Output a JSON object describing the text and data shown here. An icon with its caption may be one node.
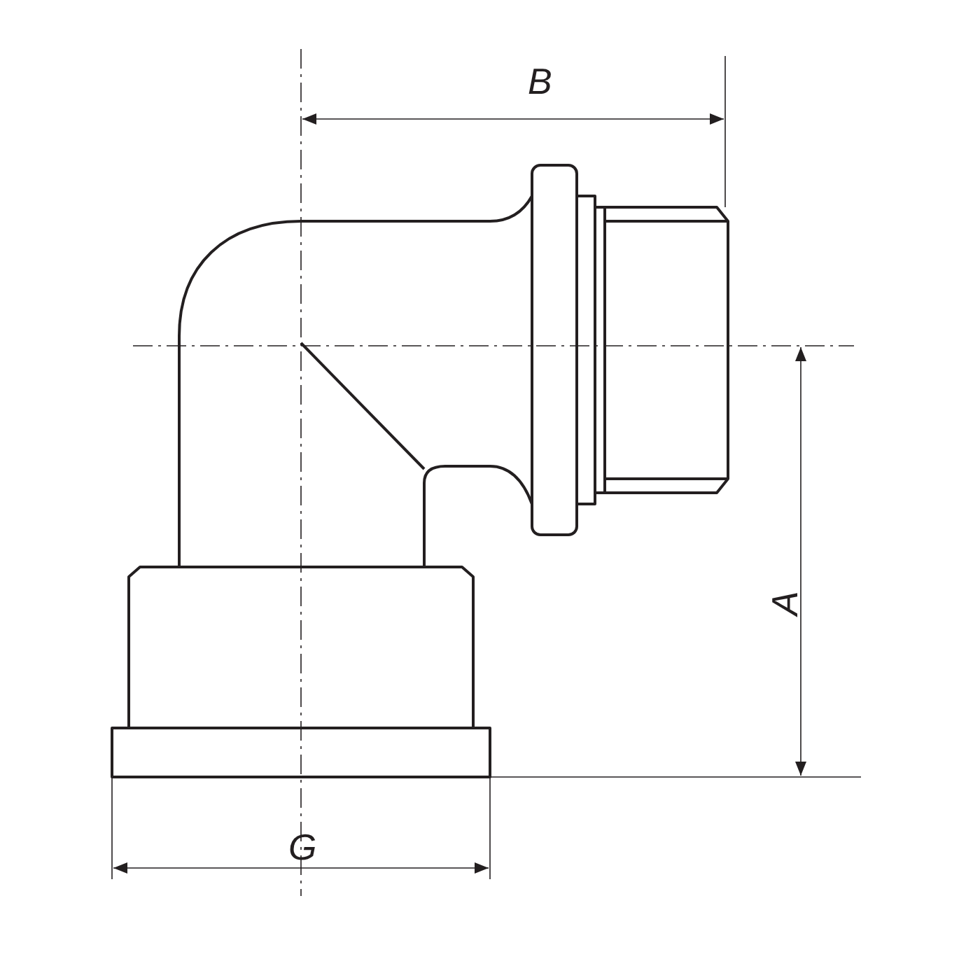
{
  "diagram": {
    "labels": [
      "B",
      "A",
      "G"
    ]
  }
}
